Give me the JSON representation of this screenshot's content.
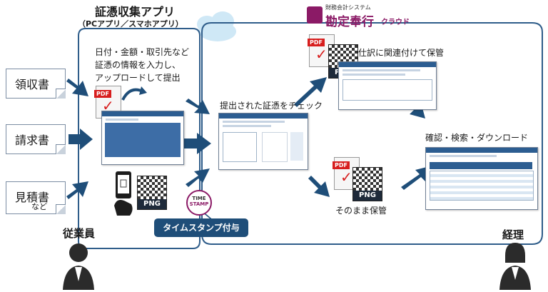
{
  "app": {
    "title": "証憑収集アプリ",
    "subtitle": "（PCアプリ／スマホアプリ）",
    "brand_small": "財務会計システム",
    "brand_name": "勘定奉行",
    "brand_suffix": "クラウド"
  },
  "documents": [
    {
      "label": "領収書",
      "note": ""
    },
    {
      "label": "請求書",
      "note": ""
    },
    {
      "label": "見積書",
      "note": "など"
    }
  ],
  "steps": {
    "input_line1": "日付・金額・取引先など",
    "input_line2": "証憑の情報を入力し、",
    "input_line3": "アップロードして提出",
    "check": "提出された証憑をチェック",
    "link": "仕訳に関連付けて保管",
    "confirm": "確認・検索・ダウンロード",
    "store": "そのまま保管",
    "timestamp": "タイムスタンプ付与"
  },
  "file_tags": {
    "pdf": "PDF",
    "png": "PNG"
  },
  "timestamp_logo": {
    "line1": "TIME",
    "line2": "STAMP"
  },
  "roles": {
    "employee": "従業員",
    "accountant": "経理"
  },
  "icons": [
    "pdf-file-icon",
    "png-file-icon",
    "smartphone-icon",
    "camera-icon",
    "timestamp-seal-icon",
    "cloud-icon",
    "person-icon"
  ],
  "colors": {
    "arrow": "#1f4e79",
    "frame": "#2f5d8a",
    "brand": "#8b1a66",
    "badge": "#1f4e79",
    "pdf_red": "#d71e1e"
  }
}
